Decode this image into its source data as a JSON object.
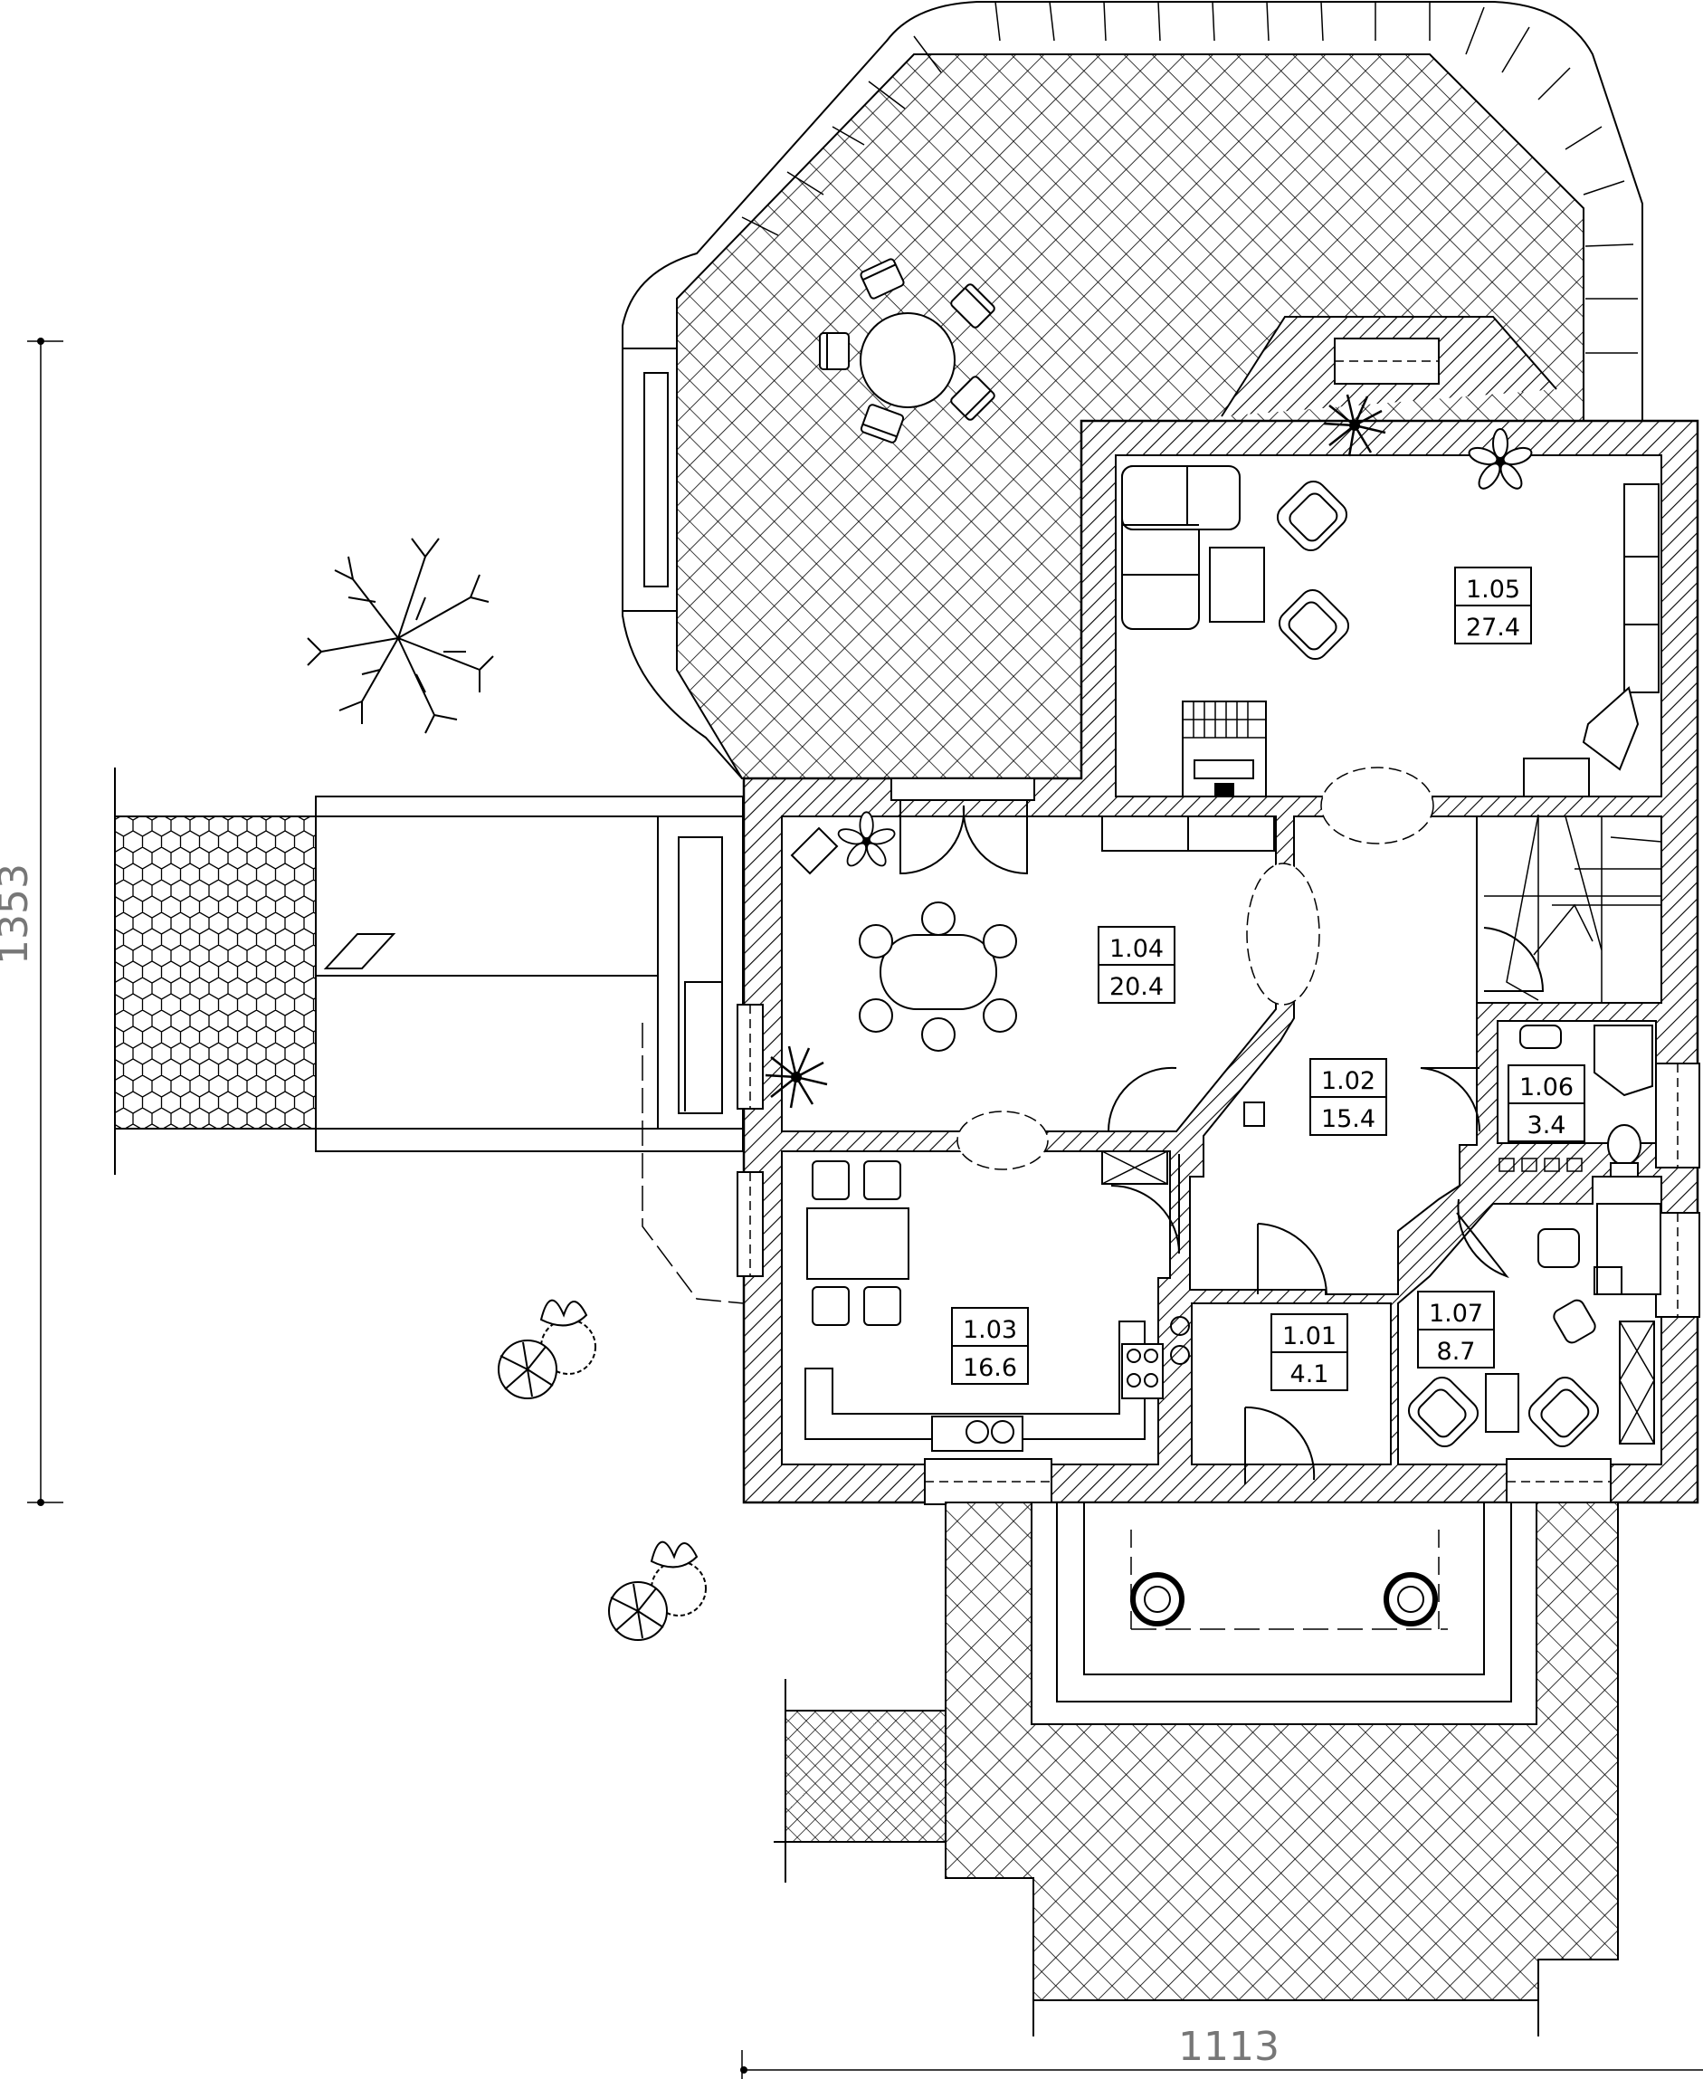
{
  "rooms": [
    {
      "id": "r101",
      "number": "1.01",
      "area": "4.1"
    },
    {
      "id": "r102",
      "number": "1.02",
      "area": "15.4"
    },
    {
      "id": "r103",
      "number": "1.03",
      "area": "16.6"
    },
    {
      "id": "r104",
      "number": "1.04",
      "area": "20.4"
    },
    {
      "id": "r105",
      "number": "1.05",
      "area": "27.4"
    },
    {
      "id": "r106",
      "number": "1.06",
      "area": "3.4"
    },
    {
      "id": "r107",
      "number": "1.07",
      "area": "8.7"
    }
  ],
  "dimensions": {
    "vertical": "1353",
    "horizontal": "1113"
  }
}
